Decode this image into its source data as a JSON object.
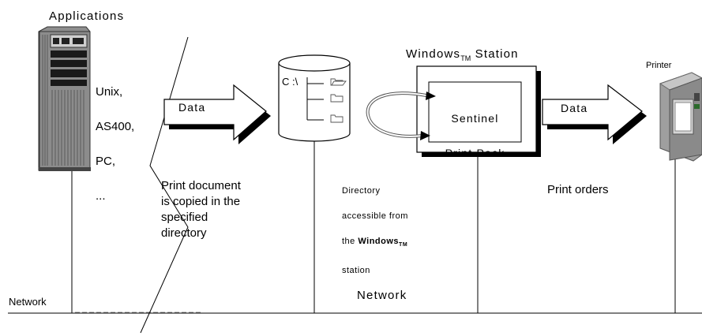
{
  "labels": {
    "applications": "Applications",
    "os_list": [
      "Unix,",
      "AS400,",
      "PC,",
      "..."
    ],
    "data_left": "Data",
    "data_right": "Data",
    "drive": "C :\\",
    "windows_station_prefix": "Windows",
    "windows_station_tm": "TM",
    "windows_station_suffix": " Station",
    "sentinel_line1": "Sentinel",
    "sentinel_line2": "Print Pack",
    "printer": "Printer",
    "print_document": "Print document\nis copied in the\nspecified\ndirectory",
    "directory_line1": "Directory",
    "directory_line2": "accessible from",
    "directory_line3_prefix": "the ",
    "directory_line3_bold": "Windows",
    "directory_line3_tm": "TM",
    "directory_line4": "station",
    "print_orders": "Print orders",
    "network_left": "Network",
    "network_center": "Network"
  }
}
